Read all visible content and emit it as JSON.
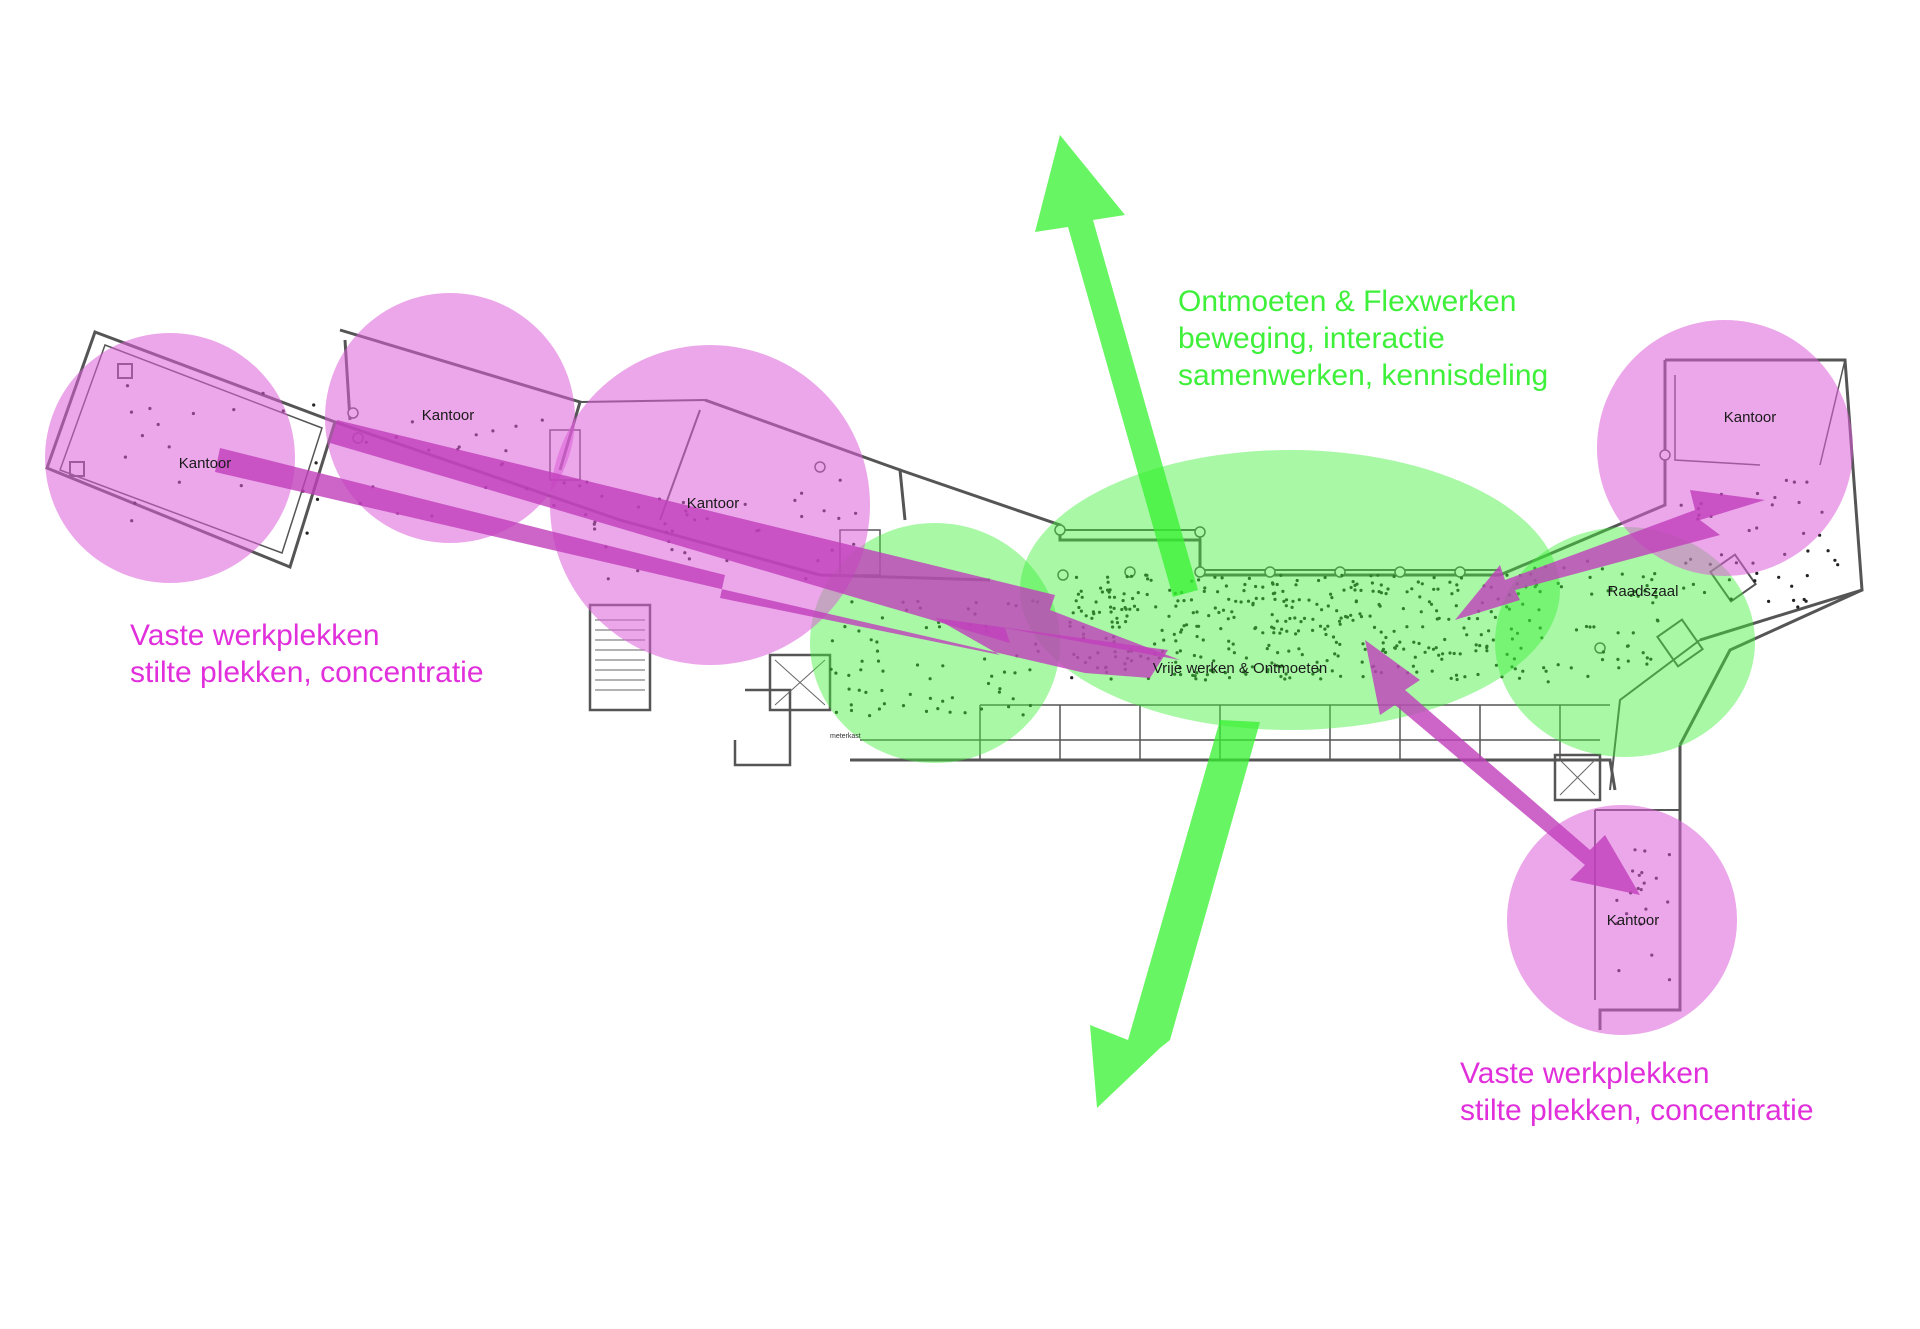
{
  "colors": {
    "pink": "#e02fdb",
    "pink_fill": "#e47ae3",
    "pink_arrow": "#d23ec6",
    "green": "#3ef03a",
    "green_fill": "#8ef58a",
    "plan_line": "#555555"
  },
  "callouts": {
    "flex": {
      "line1": "Ontmoeten & Flexwerken",
      "line2": "beweging, interactie",
      "line3": "samenwerken, kennisdeling"
    },
    "fixed_left": {
      "line1": "Vaste werkplekken",
      "line2": "stilte plekken, concentratie"
    },
    "fixed_right": {
      "line1": "Vaste werkplekken",
      "line2": "stilte plekken, concentratie"
    }
  },
  "rooms": {
    "kantoor_1": "Kantoor",
    "kantoor_2": "Kantoor",
    "kantoor_3": "Kantoor",
    "kantoor_4": "Kantoor",
    "kantoor_5": "Kantoor",
    "raadszaal": "Raadszaal",
    "vrije": "Vrije werken & Ontmoeten",
    "meterkast": "meterkast"
  }
}
